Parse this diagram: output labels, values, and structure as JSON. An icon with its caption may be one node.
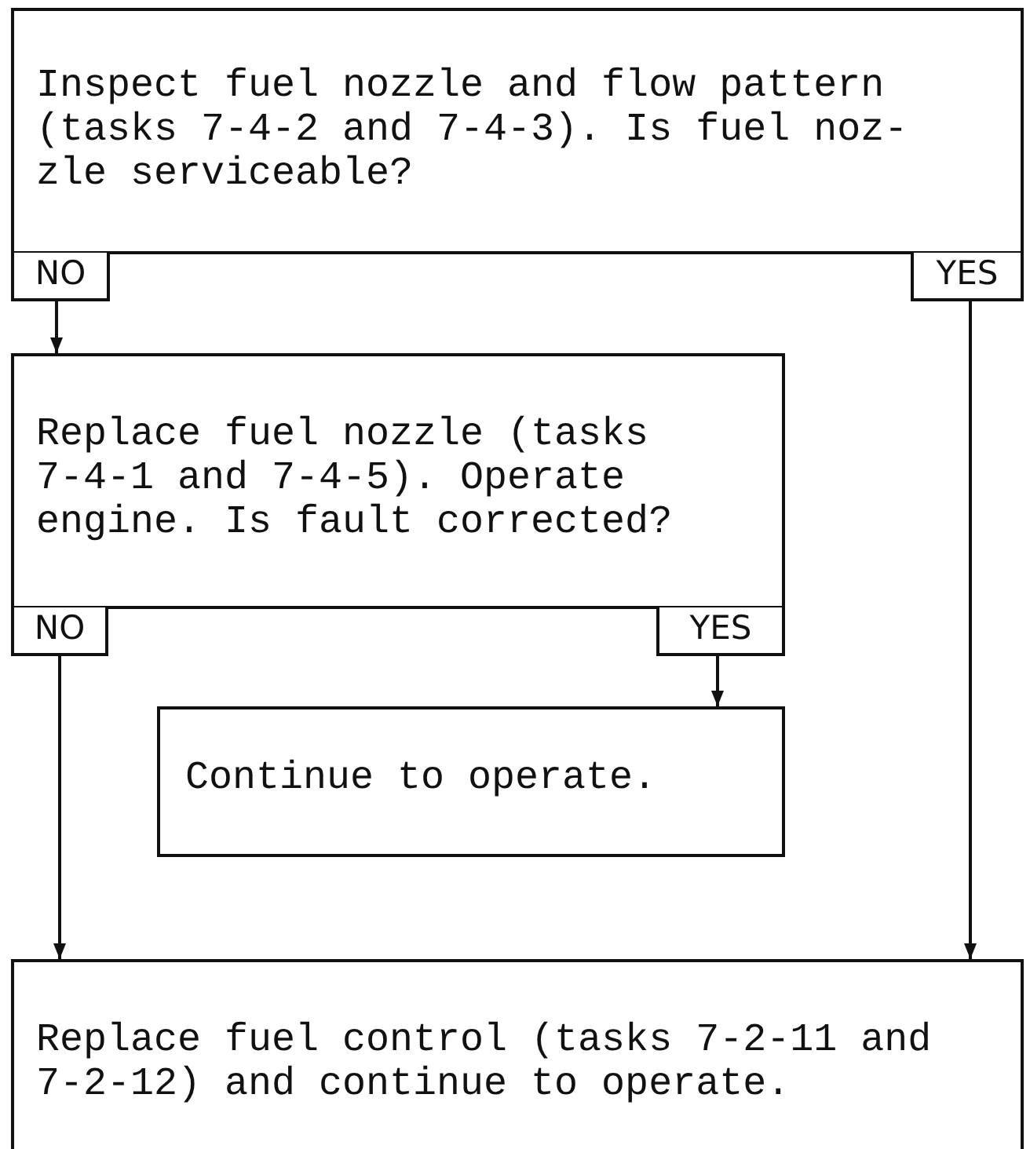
{
  "diagram": {
    "nodes": [
      {
        "text": [
          "Inspect fuel nozzle and flow pattern (tasks 7-4-2 and 7-4-3). Is fuel noz- zle serviceable?"
        ]
      },
      {
        "text": [
          "Replace fuel nozzle (tasks 7-4-1 and 7-4-5). Operate engine. Is fault corrected?"
        ]
      },
      {
        "text": [
          "Continue to operate."
        ]
      },
      {
        "text": [
          "Replace fuel control (tasks 7-2-11 and 7-2-12) and continue to operate."
        ]
      }
    ],
    "edges": [
      {
        "from": 0,
        "to": 1,
        "arrow": "to",
        "label": "NO"
      },
      {
        "from": 0,
        "to": 3,
        "arrow": "to",
        "label": "YES"
      },
      {
        "from": 1,
        "to": 3,
        "arrow": "to",
        "label": "NO"
      },
      {
        "from": 1,
        "to": 2,
        "arrow": "to",
        "label": "YES"
      }
    ]
  }
}
